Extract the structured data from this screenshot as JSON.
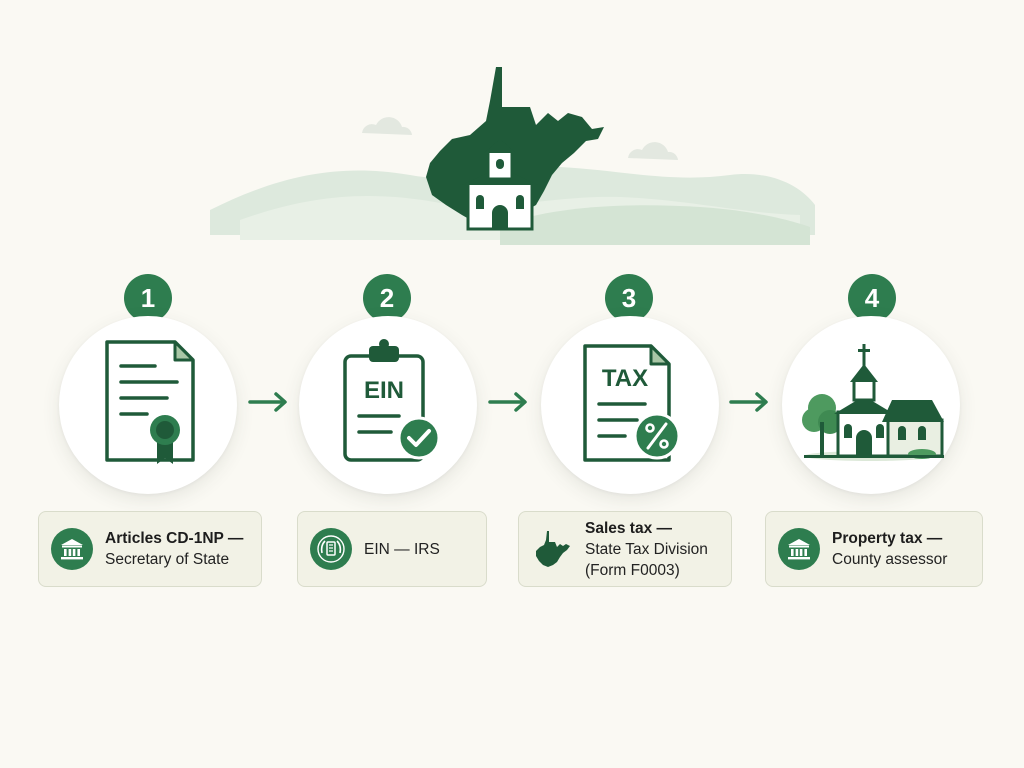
{
  "colors": {
    "accent": "#2e7d4f",
    "dark": "#1f5a39",
    "background": "#faf9f3",
    "card": "#f2f2e6"
  },
  "hero": {
    "icons": [
      "west-virginia-map-icon",
      "church-icon",
      "hills-icon",
      "cloud-icon"
    ]
  },
  "steps": [
    {
      "number": "1",
      "icon": "certificate-document-icon",
      "card_icon": "government-building-icon",
      "title": "Articles CD-1NP —",
      "lines": [
        "Secretary of State"
      ]
    },
    {
      "number": "2",
      "icon": "ein-clipboard-icon",
      "icon_text": "EIN",
      "card_icon": "irs-seal-icon",
      "title": "EIN — IRS",
      "lines": []
    },
    {
      "number": "3",
      "icon": "tax-document-icon",
      "icon_text": "TAX",
      "card_icon": "west-virginia-map-icon",
      "title": "Sales tax —",
      "lines": [
        "State Tax Division",
        "(Form F0003)"
      ]
    },
    {
      "number": "4",
      "icon": "church-icon",
      "card_icon": "government-building-icon",
      "title": "Property tax —",
      "lines": [
        "County assessor"
      ]
    }
  ]
}
